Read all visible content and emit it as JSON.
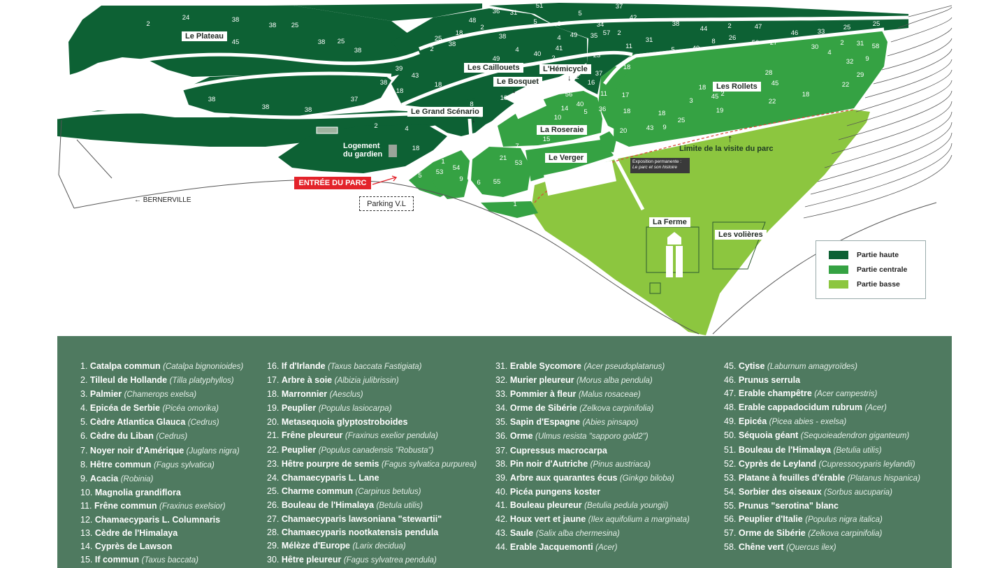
{
  "colors": {
    "partie_haute": "#0d6134",
    "partie_centrale": "#35a243",
    "partie_basse": "#8cc63f",
    "panel_bg": "#4f7a60",
    "entree_red": "#e3232b"
  },
  "map": {
    "areas": {
      "le_plateau": "Le Plateau",
      "les_cailloutes": "Les Caillouets",
      "l_hemicycle": "L'Hémicycle",
      "le_bosquet": "Le Bosquet",
      "le_grand_scenario": "Le Grand Scénario",
      "la_roseraie": "La Roseraie",
      "le_verger": "Le Verger",
      "les_rollets": "Les Rollets",
      "la_ferme": "La Ferme",
      "les_volieres": "Les volières",
      "logement_gardien_1": "Logement",
      "logement_gardien_2": "du gardien"
    },
    "entree": "ENTRÉE DU PARC",
    "parking": "Parking V.L",
    "bernerville": "BERNERVILLE",
    "limite": "Limite de la visite du parc",
    "expo_line1": "Exposition permanente :",
    "expo_line2": "Le parc et son histoire",
    "arrow_down": "↓",
    "arrow_up": "↑",
    "arrow_left": "←",
    "tree_numbers": [
      "2",
      "24",
      "38",
      "38",
      "25",
      "45",
      "38",
      "25",
      "38",
      "38",
      "38",
      "38",
      "38",
      "37",
      "2",
      "4",
      "18",
      "39",
      "43",
      "38",
      "18",
      "18",
      "2",
      "25",
      "18",
      "38",
      "2",
      "48",
      "2",
      "38",
      "36",
      "31",
      "51",
      "5",
      "6",
      "5",
      "34",
      "37",
      "42",
      "38",
      "44",
      "2",
      "47",
      "46",
      "33",
      "25",
      "25",
      "49",
      "4",
      "40",
      "2",
      "41",
      "4",
      "49",
      "35",
      "57",
      "2",
      "11",
      "31",
      "5",
      "49",
      "8",
      "26",
      "50",
      "27",
      "30",
      "4",
      "2",
      "31",
      "58",
      "9",
      "32",
      "29",
      "22",
      "28",
      "45",
      "18",
      "45",
      "2",
      "3",
      "22",
      "18",
      "18",
      "17",
      "11",
      "16",
      "37",
      "23",
      "18",
      "14",
      "40",
      "5",
      "36",
      "10",
      "15",
      "56",
      "18",
      "8",
      "5",
      "5",
      "50",
      "7",
      "15",
      "21",
      "53",
      "2",
      "1",
      "53",
      "54",
      "9",
      "6",
      "55",
      "5",
      "1",
      "19",
      "20",
      "43",
      "9",
      "25",
      "18",
      "19",
      "2",
      "15",
      "5"
    ]
  },
  "legend": [
    {
      "label": "Partie haute",
      "color": "#0d6134"
    },
    {
      "label": "Partie centrale",
      "color": "#35a243"
    },
    {
      "label": "Partie basse",
      "color": "#8cc63f"
    }
  ],
  "species": [
    [
      {
        "n": "1.",
        "c": "Catalpa commun",
        "l": "(Catalpa bignonioides)"
      },
      {
        "n": "2.",
        "c": "Tilleul de Hollande",
        "l": "(Tilla platyphyllos)"
      },
      {
        "n": "3.",
        "c": "Palmier",
        "l": "(Chamerops exelsa)"
      },
      {
        "n": "4.",
        "c": "Epicéa de Serbie",
        "l": "(Picéa omorika)"
      },
      {
        "n": "5.",
        "c": "Cèdre Atlantica Glauca",
        "l": "(Cedrus)"
      },
      {
        "n": "6.",
        "c": "Cèdre du Liban",
        "l": "(Cedrus)"
      },
      {
        "n": "7.",
        "c": "Noyer noir d'Amérique",
        "l": "(Juglans nigra)"
      },
      {
        "n": "8.",
        "c": "Hêtre commun",
        "l": "(Fagus sylvatica)"
      },
      {
        "n": "9.",
        "c": "Acacia",
        "l": "(Robinia)"
      },
      {
        "n": "10.",
        "c": "Magnolia grandiflora",
        "l": ""
      },
      {
        "n": "11.",
        "c": "Frêne commun",
        "l": "(Fraxinus exelsior)"
      },
      {
        "n": "12.",
        "c": "Chamaecyparis L. Columnaris",
        "l": ""
      },
      {
        "n": "13.",
        "c": "Cèdre de l'Himalaya",
        "l": ""
      },
      {
        "n": "14.",
        "c": "Cyprès de Lawson",
        "l": ""
      },
      {
        "n": "15.",
        "c": "If commun",
        "l": "(Taxus baccata)"
      }
    ],
    [
      {
        "n": "16.",
        "c": "If d'Irlande",
        "l": "(Taxus baccata Fastigiata)"
      },
      {
        "n": "17.",
        "c": "Arbre à soie",
        "l": "(Albizia julibrissin)"
      },
      {
        "n": "18.",
        "c": "Marronnier",
        "l": "(Aesclus)"
      },
      {
        "n": "19.",
        "c": "Peuplier",
        "l": "(Populus lasiocarpa)"
      },
      {
        "n": "20.",
        "c": "Metasequoia glyptostroboides",
        "l": ""
      },
      {
        "n": "21.",
        "c": "Frêne pleureur",
        "l": "(Fraxinus exelior pendula)"
      },
      {
        "n": "22.",
        "c": "Peuplier",
        "l": "(Populus canadensis \"Robusta\")"
      },
      {
        "n": "23.",
        "c": "Hêtre pourpre de semis",
        "l": "(Fagus sylvatica purpurea)"
      },
      {
        "n": "24.",
        "c": "Chamaecyparis L. Lane",
        "l": ""
      },
      {
        "n": "25.",
        "c": "Charme commun",
        "l": "(Carpinus betulus)"
      },
      {
        "n": "26.",
        "c": "Bouleau de l'Himalaya",
        "l": "(Betula utilis)"
      },
      {
        "n": "27.",
        "c": "Chamaecyparis lawsoniana \"stewartii\"",
        "l": ""
      },
      {
        "n": "28.",
        "c": "Chamaecyparis nootkatensis pendula",
        "l": ""
      },
      {
        "n": "29.",
        "c": "Mélèze d'Europe",
        "l": "(Larix decidua)"
      },
      {
        "n": "30.",
        "c": "Hêtre pleureur",
        "l": "(Fagus sylvatrea pendula)"
      }
    ],
    [
      {
        "n": "31.",
        "c": "Erable Sycomore",
        "l": "(Acer pseudoplatanus)"
      },
      {
        "n": "32.",
        "c": "Murier pleureur",
        "l": "(Morus alba pendula)"
      },
      {
        "n": "33.",
        "c": "Pommier à fleur",
        "l": "(Malus rosaceae)"
      },
      {
        "n": "34.",
        "c": "Orme de Sibérie",
        "l": "(Zelkova carpinifolia)"
      },
      {
        "n": "35.",
        "c": "Sapin d'Espagne",
        "l": "(Abies pinsapo)"
      },
      {
        "n": "36.",
        "c": "Orme",
        "l": "(Ulmus resista \"sapporo gold2\")"
      },
      {
        "n": "37.",
        "c": "Cupressus macrocarpa",
        "l": ""
      },
      {
        "n": "38.",
        "c": "Pin noir d'Autriche",
        "l": "(Pinus austriaca)"
      },
      {
        "n": "39.",
        "c": "Arbre aux quarantes écus",
        "l": "(Ginkgo biloba)"
      },
      {
        "n": "40.",
        "c": "Picéa pungens koster",
        "l": ""
      },
      {
        "n": "41.",
        "c": "Bouleau pleureur",
        "l": "(Betulia pedula youngii)"
      },
      {
        "n": "42.",
        "c": "Houx vert et jaune",
        "l": "(Ilex aquifolium a marginata)"
      },
      {
        "n": "43.",
        "c": "Saule",
        "l": "(Salix alba chermesina)"
      },
      {
        "n": "44.",
        "c": "Erable Jacquemonti",
        "l": "(Acer)"
      }
    ],
    [
      {
        "n": "45.",
        "c": "Cytise",
        "l": "(Laburnum amagyroïdes)"
      },
      {
        "n": "46.",
        "c": "Prunus serrula",
        "l": ""
      },
      {
        "n": "47.",
        "c": "Erable champêtre",
        "l": "(Acer campestris)"
      },
      {
        "n": "48.",
        "c": "Erable cappadocidum rubrum",
        "l": "(Acer)"
      },
      {
        "n": "49.",
        "c": "Epicéa",
        "l": "(Picea abies - exelsa)"
      },
      {
        "n": "50.",
        "c": "Séquoia géant",
        "l": "(Sequoieadendron giganteum)"
      },
      {
        "n": "51.",
        "c": "Bouleau de l'Himalaya",
        "l": "(Betulia utilis)"
      },
      {
        "n": "52.",
        "c": "Cyprès de Leyland",
        "l": "(Cupressocyparis leylandii)"
      },
      {
        "n": "53.",
        "c": "Platane à feuilles d'érable",
        "l": "(Platanus hispanica)"
      },
      {
        "n": "54.",
        "c": "Sorbier des oiseaux",
        "l": "(Sorbus aucuparia)"
      },
      {
        "n": "55.",
        "c": "Prunus \"serotina\" blanc",
        "l": ""
      },
      {
        "n": "56.",
        "c": "Peuplier d'Italie",
        "l": "(Populus nigra italica)"
      },
      {
        "n": "57.",
        "c": "Orme de Sibérie",
        "l": "(Zelkova carpinifolia)"
      },
      {
        "n": "58.",
        "c": "Chêne vert",
        "l": "(Quercus ilex)"
      }
    ]
  ]
}
